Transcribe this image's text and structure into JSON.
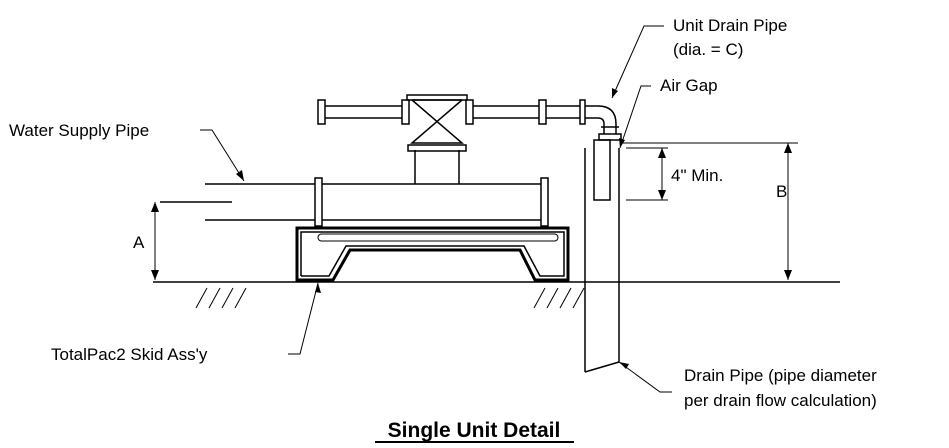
{
  "diagram": {
    "title": "Single Unit Detail",
    "labels": {
      "unit_drain_pipe_line1": "Unit Drain Pipe",
      "unit_drain_pipe_line2": "(dia. = C)",
      "air_gap": "Air Gap",
      "water_supply_pipe": "Water Supply Pipe",
      "four_inch_min": "4\" Min.",
      "dim_a": "A",
      "dim_b": "B",
      "skid_assembly": "TotalPac2 Skid Ass'y",
      "drain_pipe_line1": "Drain Pipe (pipe diameter",
      "drain_pipe_line2": "per drain flow calculation)"
    }
  }
}
